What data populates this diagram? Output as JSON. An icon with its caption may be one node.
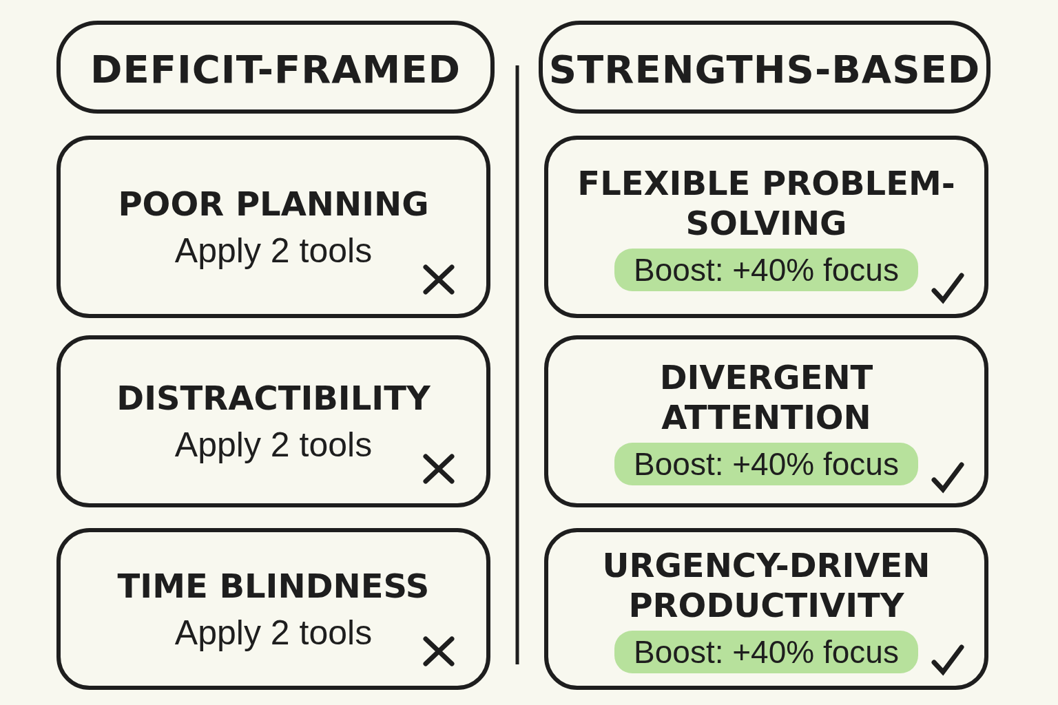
{
  "diagram": {
    "nodes": [
      {
        "text": [
          "DEFICIT-FRAMED"
        ]
      },
      {
        "text": [
          "STRENGTHS-BASED"
        ]
      },
      {
        "text": [
          "POOR PLANNING",
          "Apply 2 tools"
        ]
      },
      {
        "text": [
          "FLEXIBLE PROBLEM-SOLVING",
          "Boost: +40% focus"
        ]
      },
      {
        "text": [
          "DISTRACTIBILITY",
          "Apply 2 tools"
        ]
      },
      {
        "text": [
          "DIVERGENT ATTENTION",
          "Boost: +40% focus"
        ]
      },
      {
        "text": [
          "TIME BLINDNESS",
          "Apply 2 tools"
        ]
      },
      {
        "text": [
          "URGENCY-DRIVEN PRODUCTIVITY",
          "Boost: +40% focus"
        ]
      }
    ]
  }
}
